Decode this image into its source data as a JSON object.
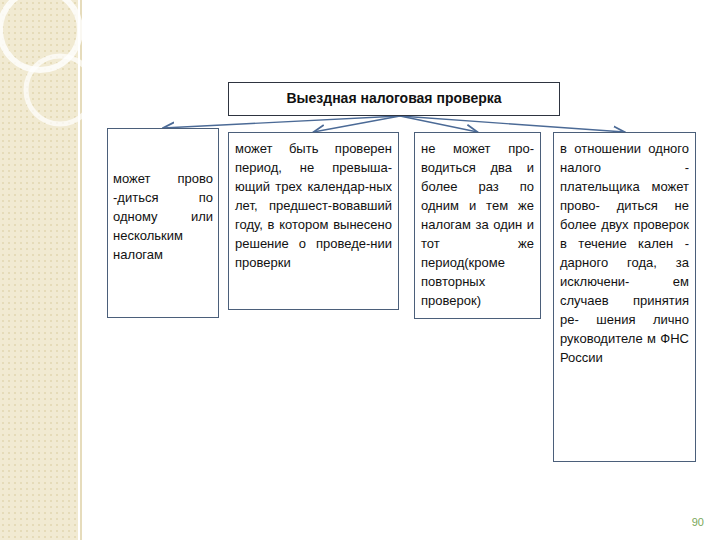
{
  "diagram": {
    "nodes": [
      {
        "text": [
          "Выездная налоговая проверка"
        ]
      },
      {
        "text": [
          "может прово -диться по одному или нескольким налогам"
        ]
      },
      {
        "text": [
          "может быть проверен период, не превыша-ющий трех календар-ных лет, предшест-вовавший году, в котором вынесено решение о проведе-нии проверки"
        ]
      },
      {
        "text": [
          "не может про- водиться два и более раз по одним и тем же налогам за один и тот же период(кроме повторных проверок)"
        ]
      },
      {
        "text": [
          "в отношении одного налого - плательщика может прово- диться не более двух проверок в течение кален - дарного года, за исключени- ем случаев принятия ре- шения лично руководителе м ФНС России"
        ]
      }
    ],
    "edges": [
      {
        "from": 0,
        "to": 1,
        "arrow": "to"
      },
      {
        "from": 0,
        "to": 2,
        "arrow": "to"
      },
      {
        "from": 0,
        "to": 3,
        "arrow": "to"
      },
      {
        "from": 0,
        "to": 4,
        "arrow": "to"
      }
    ],
    "labels": [
      "90"
    ]
  }
}
